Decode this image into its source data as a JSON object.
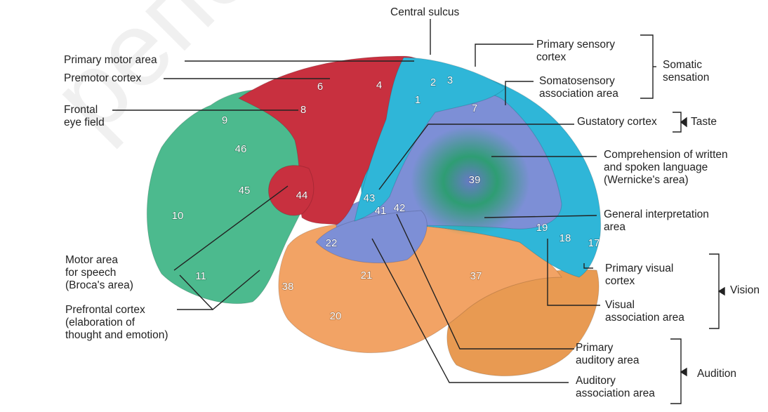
{
  "watermark": "репозито",
  "colors": {
    "frontal": "#4cba8e",
    "motor": "#c8303f",
    "parietal": "#2fb6d8",
    "association": "#7d8fd6",
    "temporal": "#f2a365",
    "cerebellum": "#e89a52",
    "wernicke": "#2a9e6e"
  },
  "labels": {
    "central_sulcus": "Central sulcus",
    "primary_motor_area": "Primary motor area",
    "premotor_cortex": "Premotor cortex",
    "frontal_eye_field": [
      "Frontal",
      "eye field"
    ],
    "primary_sensory_cortex": [
      "Primary sensory",
      "cortex"
    ],
    "somatosensory_association_area": [
      "Somatosensory",
      "association area"
    ],
    "somatic_sensation": [
      "Somatic",
      "sensation"
    ],
    "gustatory_cortex": "Gustatory cortex",
    "taste": "Taste",
    "comprehension": [
      "Comprehension of written",
      "and spoken language",
      "(Wernicke's area)"
    ],
    "general_interpretation_area": [
      "General interpretation",
      "area"
    ],
    "motor_area_speech": [
      "Motor area",
      "for speech",
      "(Broca's area)"
    ],
    "prefrontal_cortex": [
      "Prefrontal cortex",
      "(elaboration of",
      "thought and emotion)"
    ],
    "primary_visual_cortex": [
      "Primary visual",
      "cortex"
    ],
    "visual_association_area": [
      "Visual",
      "association area"
    ],
    "vision": "Vision",
    "primary_auditory_area": [
      "Primary",
      "auditory area"
    ],
    "auditory_association_area": [
      "Auditory",
      "association area"
    ],
    "audition": "Audition"
  },
  "brodmann": [
    "1",
    "2",
    "3",
    "4",
    "6",
    "7",
    "8",
    "9",
    "10",
    "11",
    "17",
    "18",
    "19",
    "20",
    "21",
    "22",
    "37",
    "38",
    "39",
    "41",
    "42",
    "43",
    "44",
    "45",
    "46"
  ]
}
